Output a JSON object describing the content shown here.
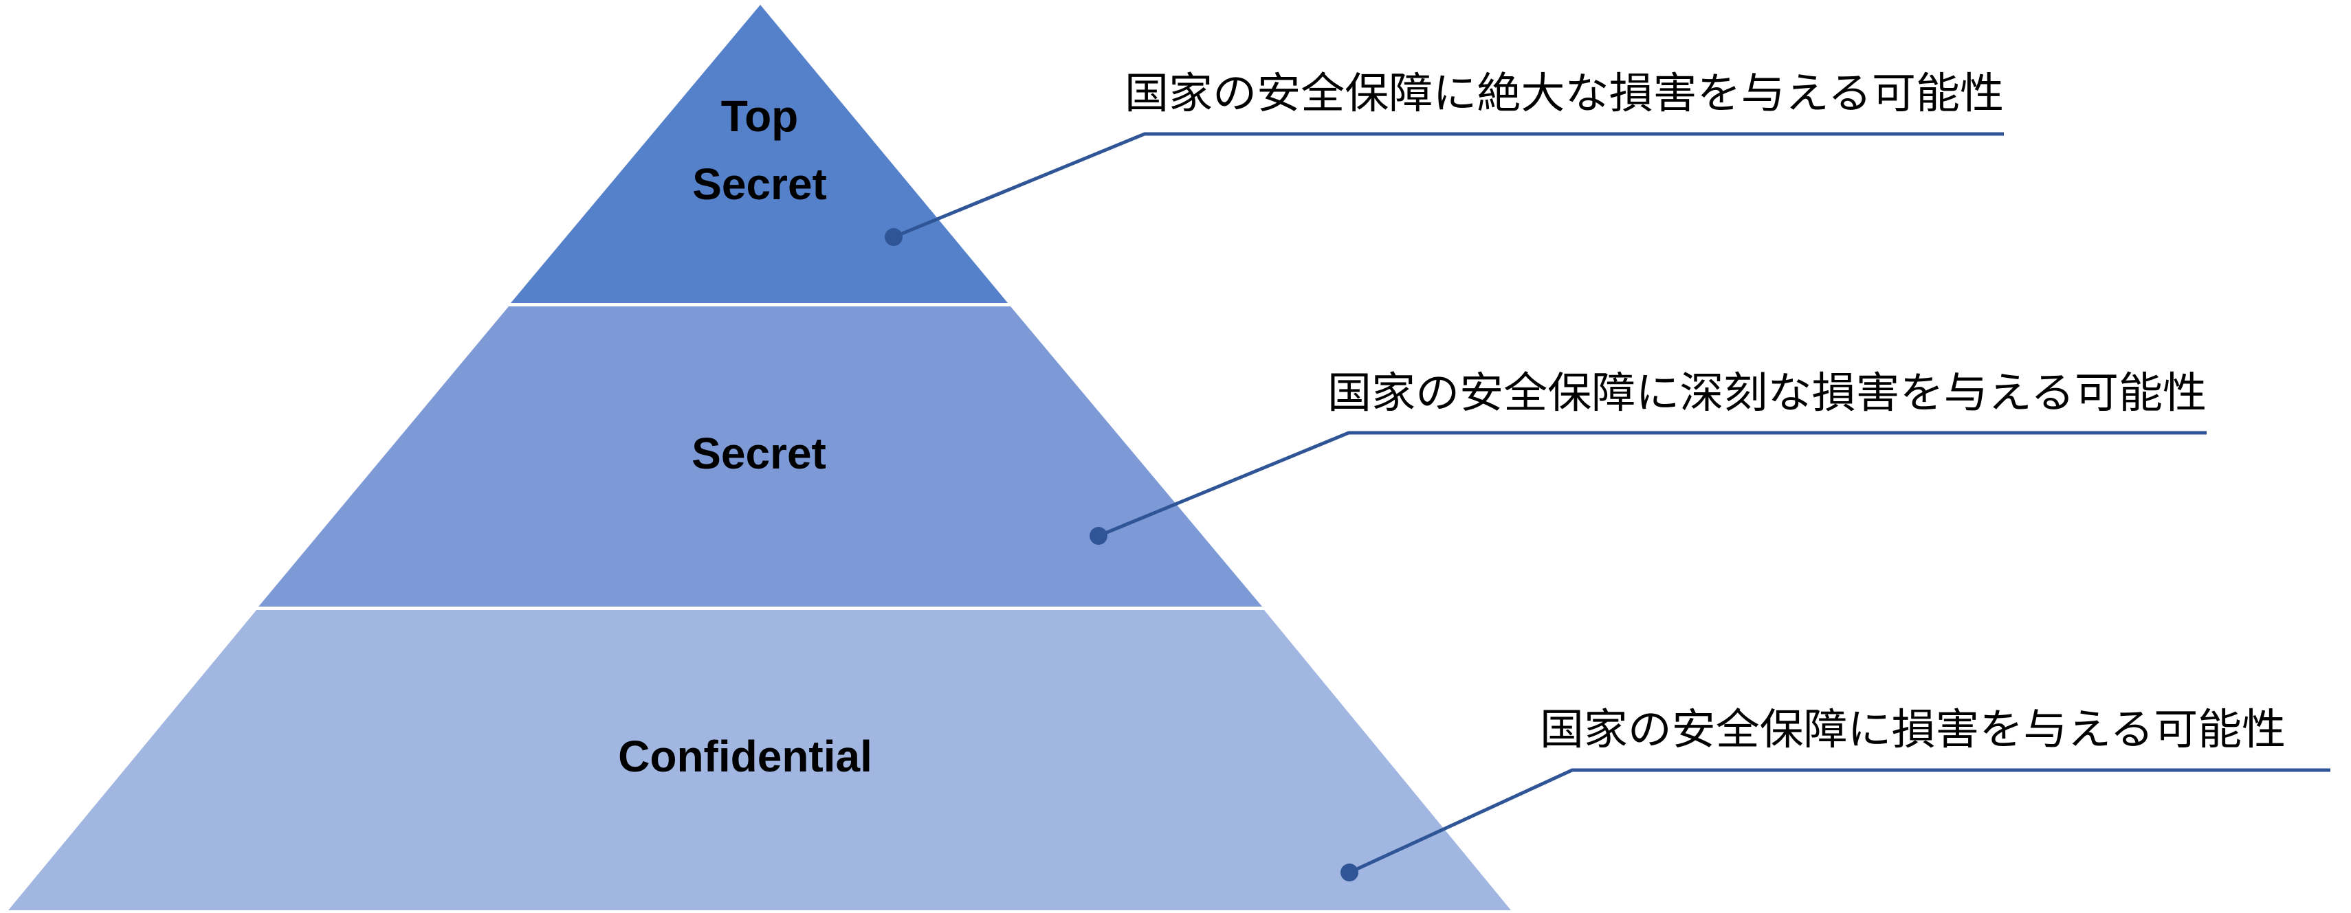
{
  "diagram": {
    "type": "pyramid",
    "colors": {
      "tier_top": "#5580CA",
      "tier_middle": "#7D9AD6",
      "tier_bottom": "#A1B7E2",
      "callout": "#2F5597",
      "background": "#FFFFFF"
    },
    "tiers": [
      {
        "label_lines": [
          "Top",
          "Secret"
        ],
        "description": "国家の安全保障に絶大な損害を与える可能性"
      },
      {
        "label_lines": [
          "Secret"
        ],
        "description": "国家の安全保障に深刻な損害を与える可能性"
      },
      {
        "label_lines": [
          "Confidential"
        ],
        "description": "国家の安全保障に損害を与える可能性"
      }
    ]
  }
}
